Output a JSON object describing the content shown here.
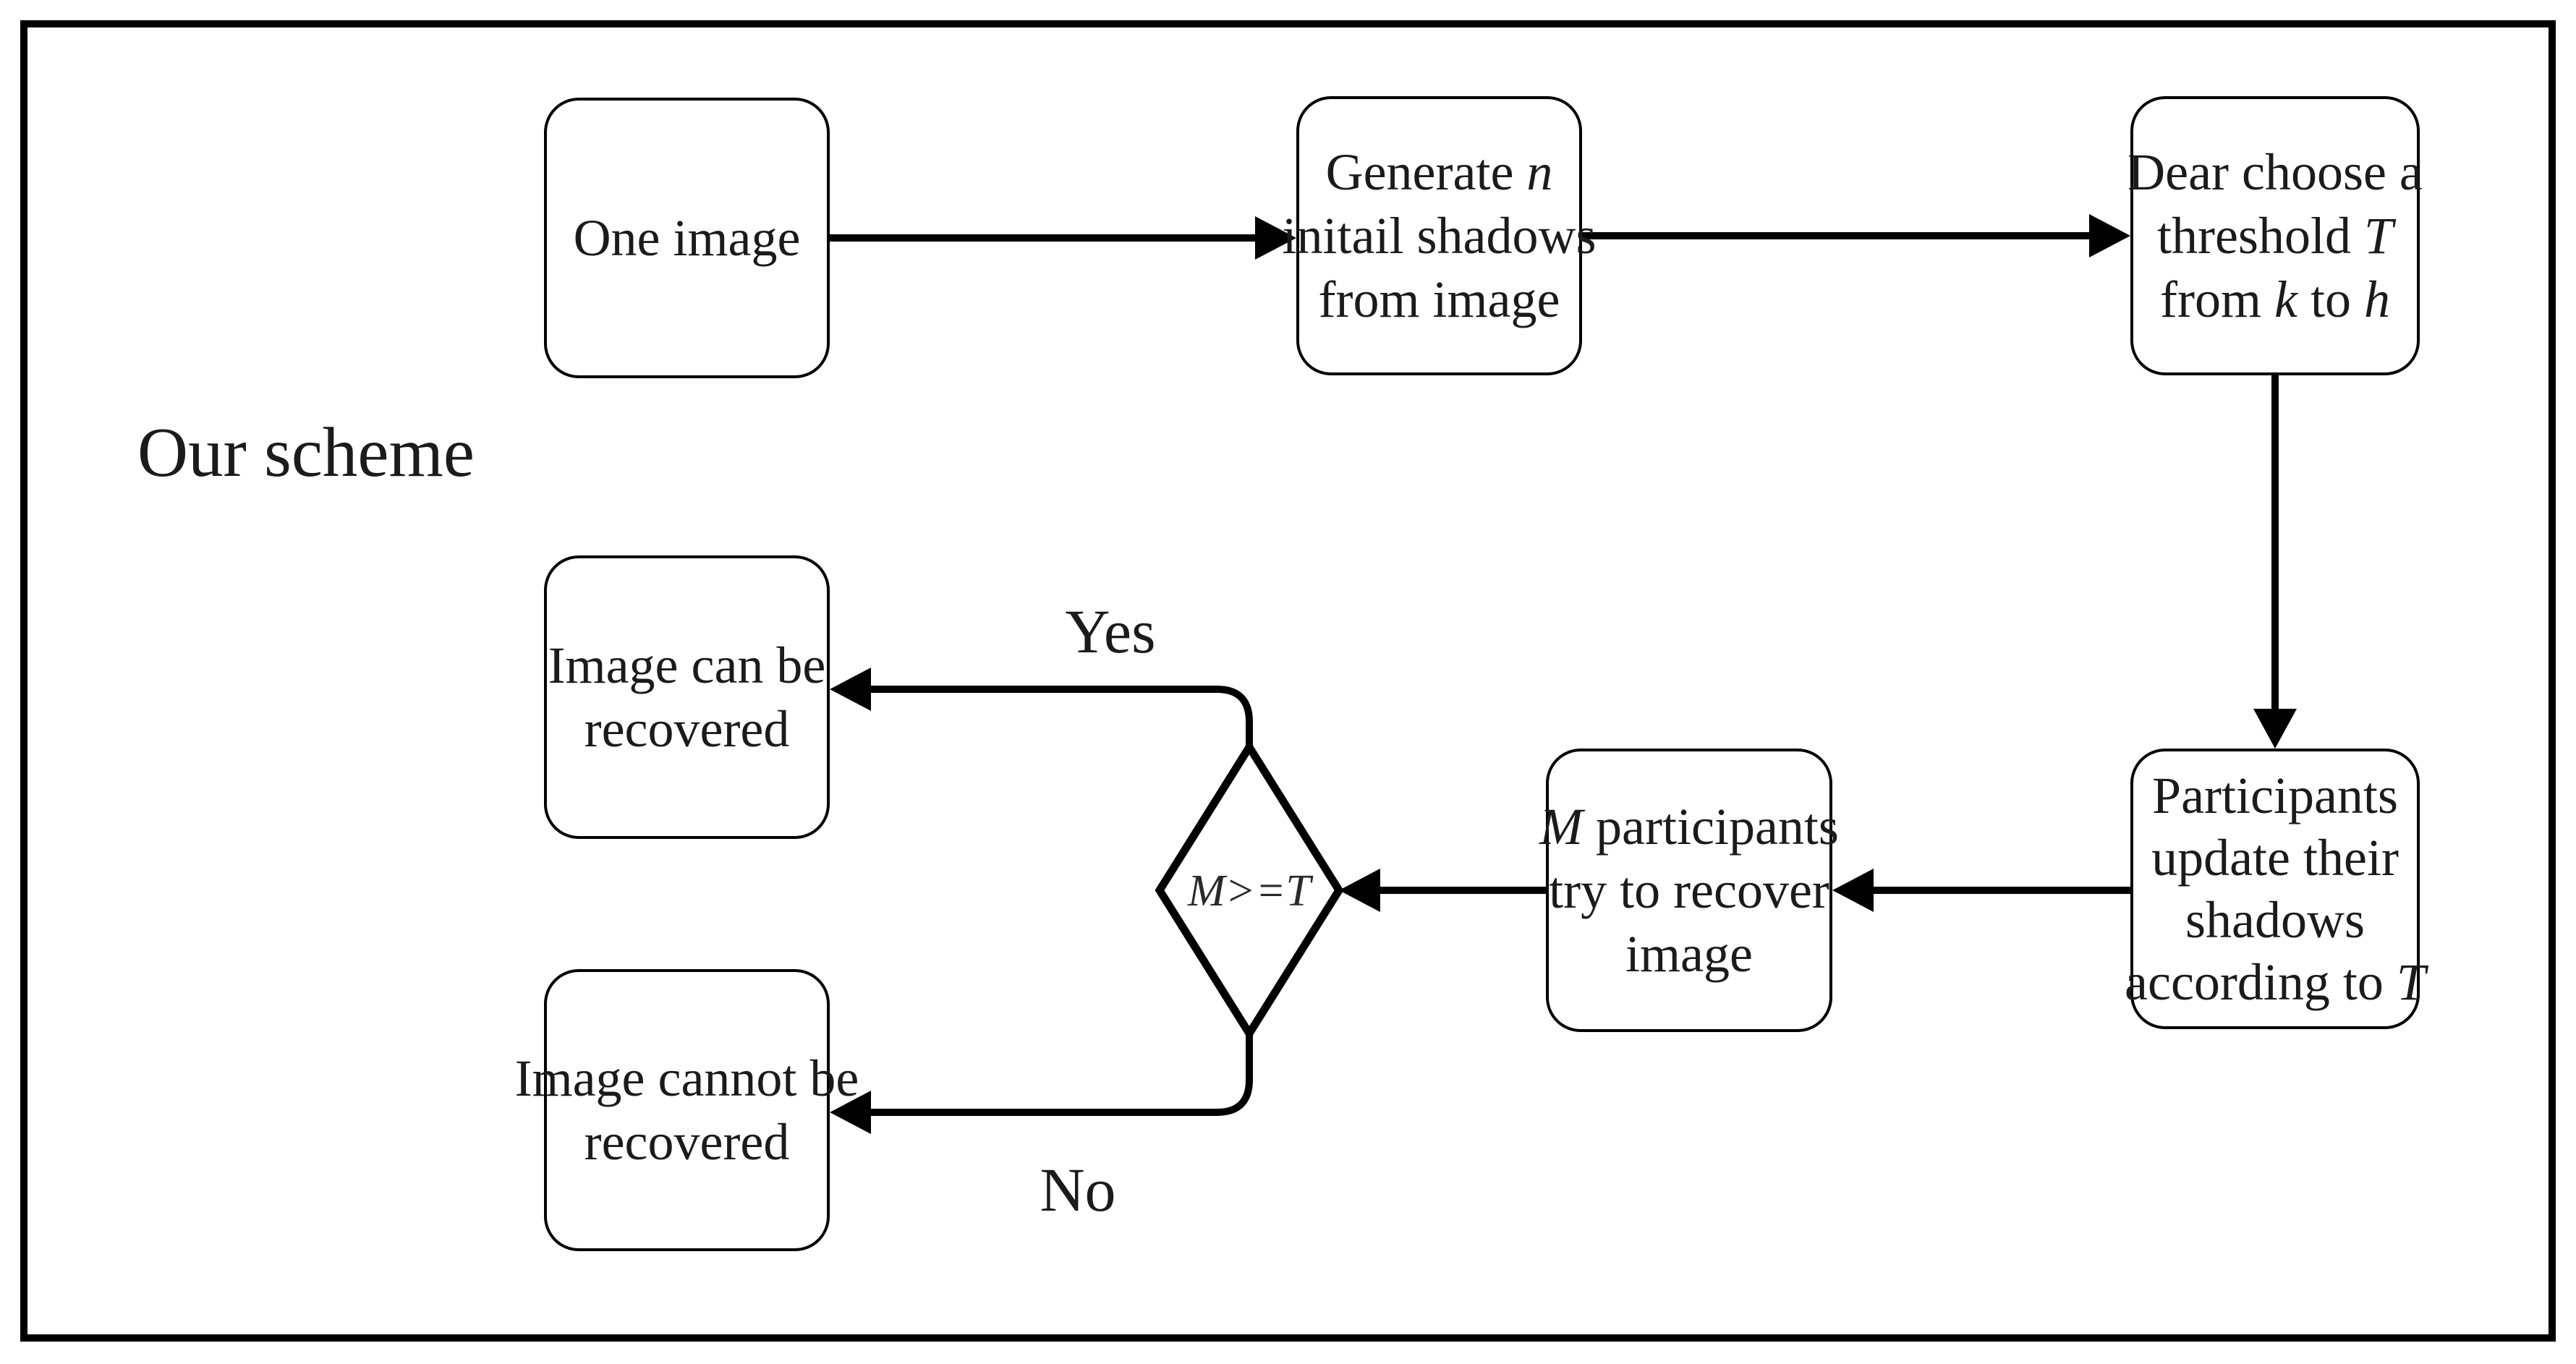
{
  "figure": {
    "title": "Our scheme",
    "yes_label": "Yes",
    "no_label": "No",
    "condition": "M>=T",
    "colors": {
      "stroke": "#000000",
      "text": "#1b1b1b",
      "background": "#ffffff"
    }
  },
  "nodes": {
    "one_image": {
      "l1": "One image"
    },
    "generate": {
      "l1a": "Generate ",
      "l1b": "n",
      "l2": "initail shadows",
      "l3": "from image"
    },
    "threshold": {
      "l1": "Dear choose a",
      "l2a": "threshold ",
      "l2b": "T",
      "l3a": "from ",
      "l3b": "k",
      "l3c": " to ",
      "l3d": "h"
    },
    "recovered": {
      "l1": "Image can be",
      "l2": "recovered"
    },
    "not_recovered": {
      "l1": "Image cannot be",
      "l2": "recovered"
    },
    "m_participants": {
      "l1a": "M",
      "l1b": " participants",
      "l2": "try to recover",
      "l3": "image"
    },
    "update_shadows": {
      "l1": "Participants",
      "l2": "update their",
      "l3": "shadows",
      "l4a": "according to ",
      "l4b": "T"
    }
  }
}
